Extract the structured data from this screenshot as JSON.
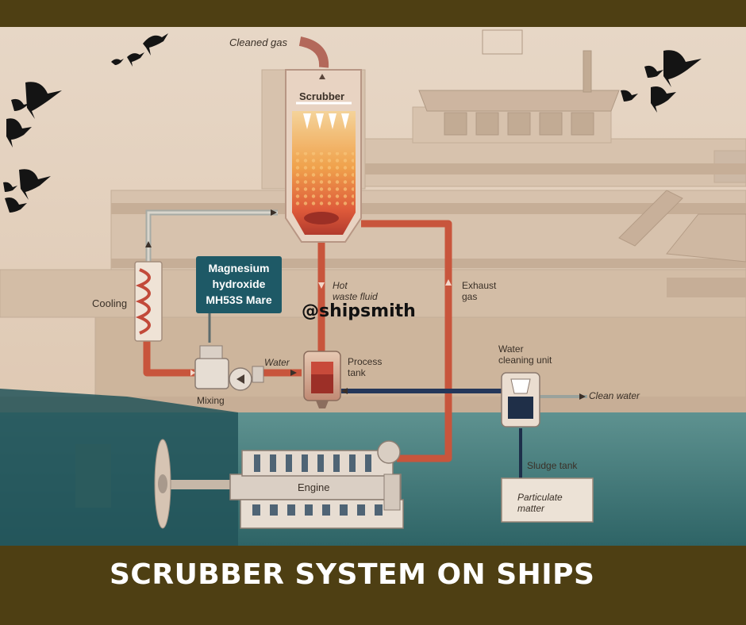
{
  "title": "SCRUBBER SYSTEM ON SHIPS",
  "watermark": "@shipsmith",
  "labels": {
    "cleaned_gas": "Cleaned gas",
    "scrubber": "Scrubber",
    "magnesium_line1": "Magnesium",
    "magnesium_line2": "hydroxide",
    "magnesium_line3": "MH53S Mare",
    "cooling": "Cooling",
    "hot_waste_line1": "Hot",
    "hot_waste_line2": "waste fluid",
    "exhaust_line1": "Exhaust",
    "exhaust_line2": "gas",
    "water": "Water",
    "process_line1": "Process",
    "process_line2": "tank",
    "mixing": "Mixing",
    "water_cleaning_line1": "Water",
    "water_cleaning_line2": "cleaning unit",
    "clean_water": "Clean water",
    "sludge_tank": "Sludge tank",
    "particulate_line1": "Particulate",
    "particulate_line2": "matter",
    "engine": "Engine"
  },
  "colors": {
    "frame": "#4e3f13",
    "pipe_red": "#c8553c",
    "pipe_grey": "#9aa29c",
    "pipe_navy": "#24375a",
    "teal_box": "#1e5966",
    "sky": "#e4d2c0",
    "sea": "#3f7a79"
  },
  "icons": [
    "bird-icon",
    "spray-nozzle-icon",
    "propeller-icon"
  ]
}
